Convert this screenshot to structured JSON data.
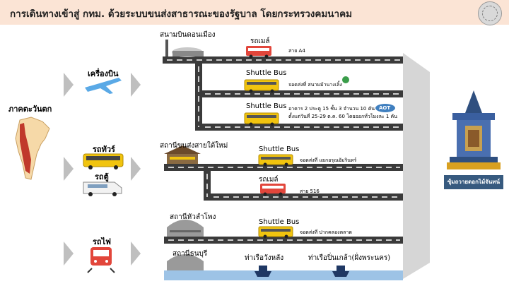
{
  "header": {
    "title": "การเดินทางเข้าสู่ กทม. ด้วยระบบขนส่งสาธารณะของรัฐบาล โดยกระทรวงคมนาคม"
  },
  "region": {
    "label": "ภาคตะวันตก"
  },
  "modes": {
    "plane": "เครื่องบิน",
    "tour_bus": "รถทัวร์",
    "van": "รถตู้",
    "train": "รถไฟ"
  },
  "places": {
    "airport": "สนามบินดอนเมือง",
    "bus_terminal": "สถานีขนส่งสายใต้ใหม่",
    "hualamphong": "สถานีหัวลำโพง",
    "thonburi": "สถานีธนบุรี",
    "wanglang_pier": "ท่าเรือวังหลัง",
    "pinklao_pier": "ท่าเรือปิ่นเกล้า(ฝั่งพระนคร)"
  },
  "routes": {
    "bus_label": "รถเมล์",
    "shuttle_label": "Shuttle Bus",
    "route_a4": "สาย A4",
    "route_516": "สาย 516",
    "stop_victory": "จอดส่งที่ สนามม้านางเลิ้ง",
    "stop_building_line1": "อาคาร 2 ประตู 15 ชั้น 3 จำนวน 10 คัน",
    "stop_building_line2": "ตั้งแต่วันที่ 25-29 ต.ค. 60 โดยออกทั่วโมงละ 1 คัน",
    "stop_arun": "จอดส่งที่ แยกอรุณอัมรินทร์",
    "stop_pakkhlong": "จอดส่งที่ ปากคลองตลาด",
    "aot_logo": "AOT"
  },
  "destination": {
    "label": "ซุ้มถวายดอกไม้จันทน์"
  },
  "colors": {
    "header_bg": "#fbe4d5",
    "road": "#3a3a3a",
    "bus_red": "#e2463b",
    "bus_yellow": "#f1c40f",
    "dest_box": "#375a7f"
  },
  "icons": [
    "plane-icon",
    "tour-bus-icon",
    "van-icon",
    "train-icon",
    "bus-icon",
    "boat-icon",
    "chevron-right-icon",
    "map-icon",
    "pavilion-icon"
  ]
}
